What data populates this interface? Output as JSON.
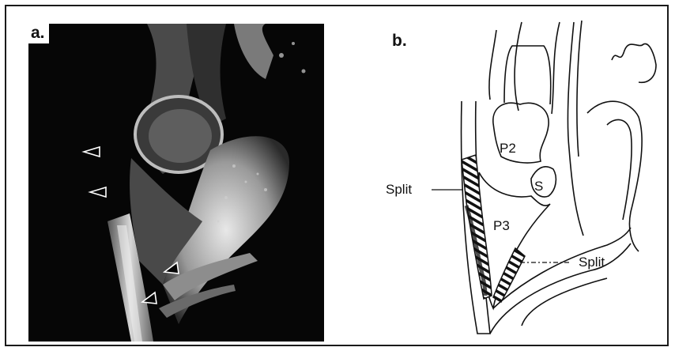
{
  "panels": {
    "a": {
      "label": "a."
    },
    "b": {
      "label": "b."
    }
  },
  "labels": {
    "p2": "P2",
    "p3": "P3",
    "s": "S",
    "split_left": "Split",
    "split_right": "Split"
  },
  "colors": {
    "frame": "#1a1a1a",
    "mri_background": "#060606",
    "ink": "#111111"
  }
}
